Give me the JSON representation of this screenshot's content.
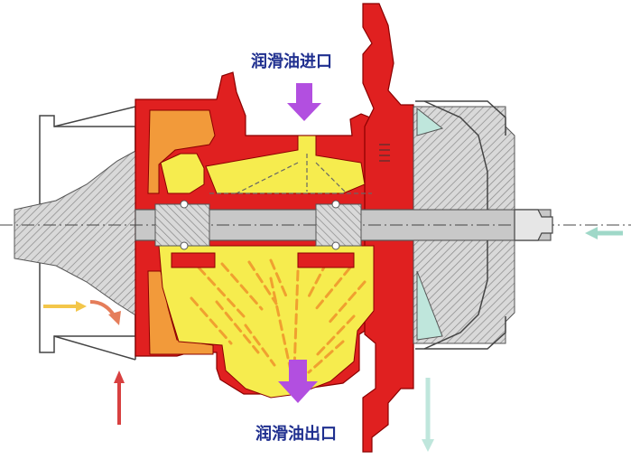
{
  "labels": {
    "oil_inlet": "润滑油进口",
    "oil_outlet": "润滑油出口"
  },
  "colors": {
    "housing_red": "#e02020",
    "oil_yellow": "#f6ec4e",
    "oil_flow_orange": "#f0a030",
    "inner_orange": "#f29a3a",
    "shaft_gray": "#c8c8c8",
    "hatch_gray": "#9a9a9a",
    "oil_arrow_purple": "#b24fe0",
    "exhaust_arrow_red": "#d84040",
    "intake_arrow_teal": "#9fd8c8",
    "outline": "#333333"
  },
  "icons": {
    "oil_inlet_arrow": "down-arrow",
    "oil_outlet_arrow": "down-arrow",
    "turbine_flow_arrows": "curved-arrow",
    "compressor_flow_arrows": "straight-arrow"
  }
}
